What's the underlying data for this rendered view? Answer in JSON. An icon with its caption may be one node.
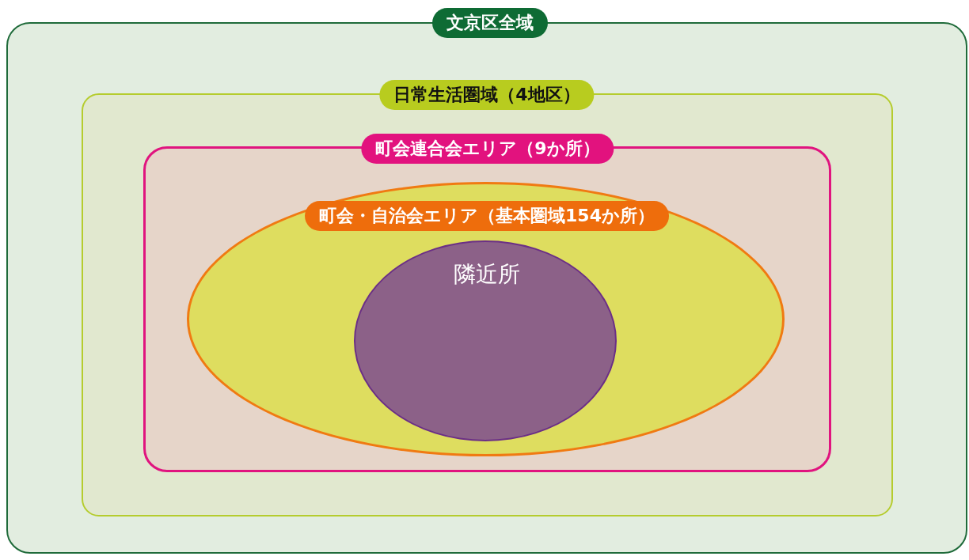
{
  "diagram": {
    "nodes": [
      {
        "text": [
          "文京区全域"
        ]
      },
      {
        "text": [
          "日常生活圏域（4地区）"
        ],
        "in": 0
      },
      {
        "text": [
          "町会連合会エリア（9か所）"
        ],
        "in": 1
      },
      {
        "text": [
          "町会・自治会エリア（基本圏域154か所）"
        ],
        "in": 2
      },
      {
        "text": [
          "隣近所"
        ],
        "in": 3
      }
    ]
  }
}
